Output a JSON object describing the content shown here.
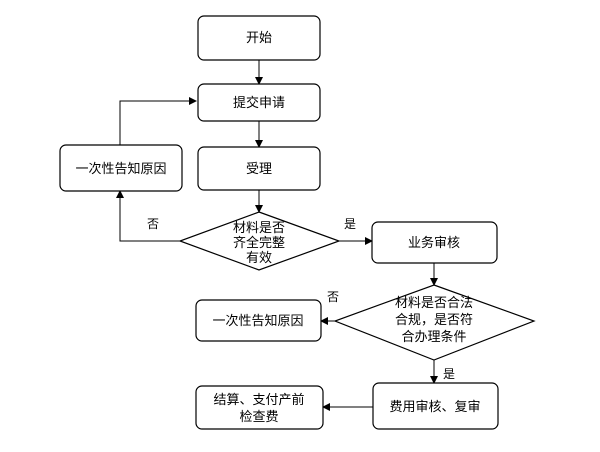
{
  "nodes": {
    "start": "开始",
    "submit": "提交申请",
    "accept": "受理",
    "check_lines": [
      "材料是否",
      "齐全完整",
      "有效"
    ],
    "inform_left": "一次性告知原因",
    "business_review": "业务审核",
    "legal_lines": [
      "材料是否合法",
      "合规，是否符",
      "合办理条件"
    ],
    "inform_mid": "一次性告知原因",
    "fee_review": "费用审核、复审",
    "settle_lines": [
      "结算、支付产前",
      "检查费"
    ]
  },
  "edge_labels": {
    "no_1": "否",
    "yes_1": "是",
    "no_2": "否",
    "yes_2": "是"
  },
  "colors": {
    "stroke": "#000000",
    "fill": "#ffffff"
  }
}
